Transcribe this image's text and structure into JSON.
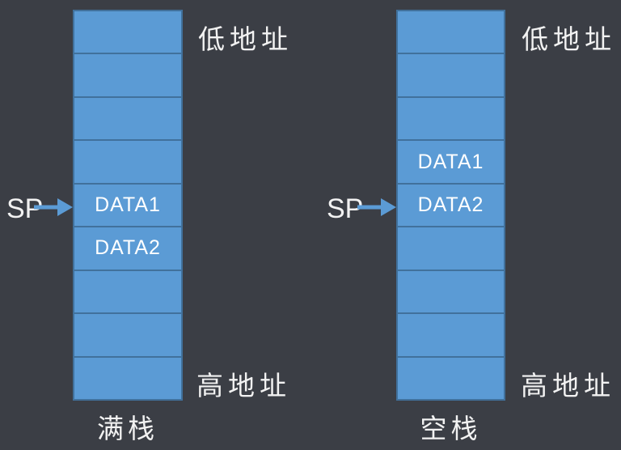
{
  "colors": {
    "background": "#3b3e45",
    "cell_fill": "#5b9bd5",
    "cell_border": "#41719c",
    "arrow": "#5b9bd5",
    "cell_text": "#ffffff",
    "label_text": "#f2f2f2"
  },
  "labels": {
    "sp": "SP",
    "low_address": "低地址",
    "high_address": "高地址"
  },
  "stacks": [
    {
      "name": "full-stack",
      "caption": "满栈",
      "cells": [
        "",
        "",
        "",
        "",
        "DATA1",
        "DATA2",
        "",
        "",
        ""
      ],
      "sp_cell_index": 4
    },
    {
      "name": "empty-stack",
      "caption": "空栈",
      "cells": [
        "",
        "",
        "",
        "DATA1",
        "DATA2",
        "",
        "",
        "",
        ""
      ],
      "sp_cell_index": 4
    }
  ]
}
